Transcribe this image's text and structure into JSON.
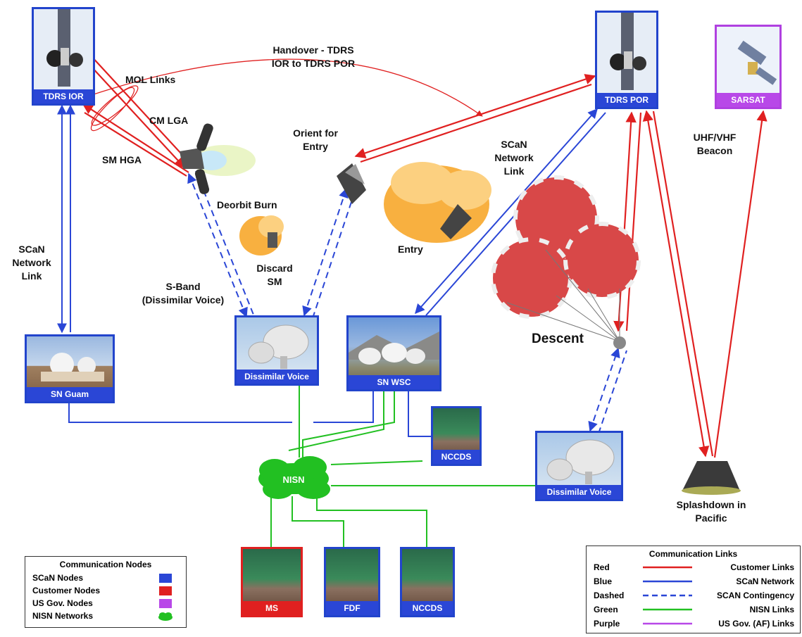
{
  "labels": {
    "tdrs_ior": "TDRS  IOR",
    "tdrs_por": "TDRS POR",
    "sarsat": "SARSAT",
    "sn_guam": "SN Guam",
    "dissimilar_voice_1": "Dissimilar Voice",
    "sn_wsc": "SN WSC",
    "nccds_1": "NCCDS",
    "nisn": "NISN",
    "dissimilar_voice_2": "Dissimilar Voice",
    "ms": "MS",
    "fdf": "FDF",
    "nccds_2": "NCCDS",
    "handover": "Handover - TDRS\nIOR to TDRS POR",
    "mol_links": "MOL Links",
    "cm_lga": "CM LGA",
    "sm_hga": "SM HGA",
    "orient_for_entry": "Orient for\nEntry",
    "scan_link_right": "SCaN\nNetwork\nLink",
    "uhf_vhf": "UHF/VHF\nBeacon",
    "deorbit_burn": "Deorbit Burn",
    "entry": "Entry",
    "scan_link_left": "SCaN\nNetwork\nLink",
    "sband": "S-Band\n(Dissimilar Voice)",
    "discard_sm": "Discard\nSM",
    "descent": "Descent",
    "splashdown": "Splashdown in\nPacific"
  },
  "legend_nodes": {
    "title": "Communication Nodes",
    "items": [
      {
        "label": "SCaN Nodes",
        "color": "#2a46d6",
        "shape": "square"
      },
      {
        "label": "Customer Nodes",
        "color": "#e02020",
        "shape": "square"
      },
      {
        "label": "US Gov. Nodes",
        "color": "#b848e8",
        "shape": "square"
      },
      {
        "label": "NISN Networks",
        "color": "#22c022",
        "shape": "cloud"
      }
    ]
  },
  "legend_links": {
    "title": "Communication Links",
    "items": [
      {
        "name": "Red",
        "label": "Customer Links",
        "color": "#e02020",
        "style": "solid"
      },
      {
        "name": "Blue",
        "label": "SCaN Network",
        "color": "#2a46d6",
        "style": "solid"
      },
      {
        "name": "Dashed",
        "label": "SCAN Contingency",
        "color": "#2a46d6",
        "style": "dashed"
      },
      {
        "name": "Green",
        "label": "NISN Links",
        "color": "#22c022",
        "style": "solid"
      },
      {
        "name": "Purple",
        "label": "US Gov. (AF) Links",
        "color": "#b848e8",
        "style": "solid"
      }
    ]
  }
}
